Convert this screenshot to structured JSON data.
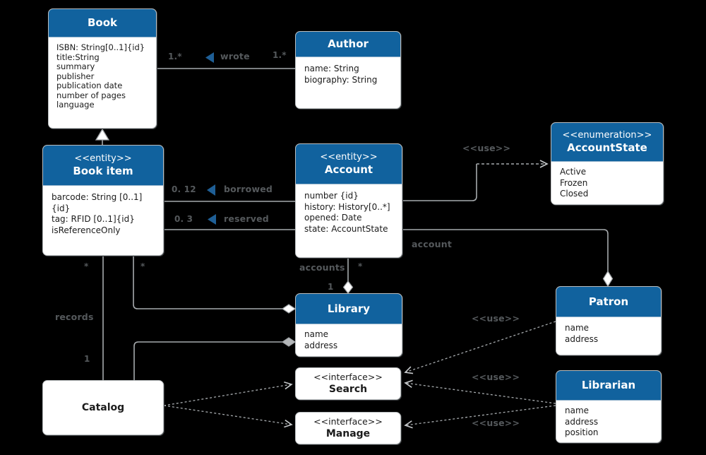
{
  "classes": {
    "book": {
      "name": "Book",
      "attributes": [
        "ISBN: String[0..1]{id}",
        "title:String",
        "summary",
        "publisher",
        "publication date",
        "number of pages",
        "language"
      ]
    },
    "author": {
      "name": "Author",
      "attributes": [
        "name: String",
        "biography: String"
      ]
    },
    "book_item": {
      "stereotype": "<<entity>>",
      "name": "Book item",
      "attributes": [
        "barcode: String [0..1]{id}",
        "tag: RFID [0..1]{id}",
        "isReferenceOnly"
      ]
    },
    "account": {
      "stereotype": "<<entity>>",
      "name": "Account",
      "attributes": [
        "number {id}",
        "history: History[0..*]",
        "opened: Date",
        "state: AccountState"
      ]
    },
    "account_state": {
      "stereotype": "<<enumeration>>",
      "name": "AccountState",
      "attributes": [
        "Active",
        "Frozen",
        "Closed"
      ]
    },
    "library": {
      "name": "Library",
      "attributes": [
        "name",
        "address"
      ]
    },
    "patron": {
      "name": "Patron",
      "attributes": [
        "name",
        "address"
      ]
    },
    "librarian": {
      "name": "Librarian",
      "attributes": [
        "name",
        "address",
        "position"
      ]
    },
    "catalog": {
      "name": "Catalog"
    },
    "search": {
      "stereotype": "<<interface>>",
      "name": "Search"
    },
    "manage": {
      "stereotype": "<<interface>>",
      "name": "Manage"
    }
  },
  "associations": {
    "wrote": {
      "label": "wrote",
      "mult_book": "1.*",
      "mult_author": "1.*"
    },
    "borrowed": {
      "label": "borrowed",
      "mult": "0. 12"
    },
    "reserved": {
      "label": "reserved",
      "mult": "0. 3"
    },
    "account_patron": {
      "role": "account"
    },
    "library_accounts": {
      "role": "accounts",
      "mult_accounts": "*",
      "mult_library": "1"
    },
    "catalog_records": {
      "label": "records",
      "mult_items": "*",
      "mult_catalog": "1"
    },
    "library_items": {
      "mult_items": "*"
    },
    "use": {
      "label": "<<use>>"
    }
  },
  "colors": {
    "background": "#000000",
    "header_blue": "#11629e",
    "connector_gray": "#a6aaad",
    "label_gray": "#55595c",
    "direction_arrow_blue": "#1f5f96"
  }
}
